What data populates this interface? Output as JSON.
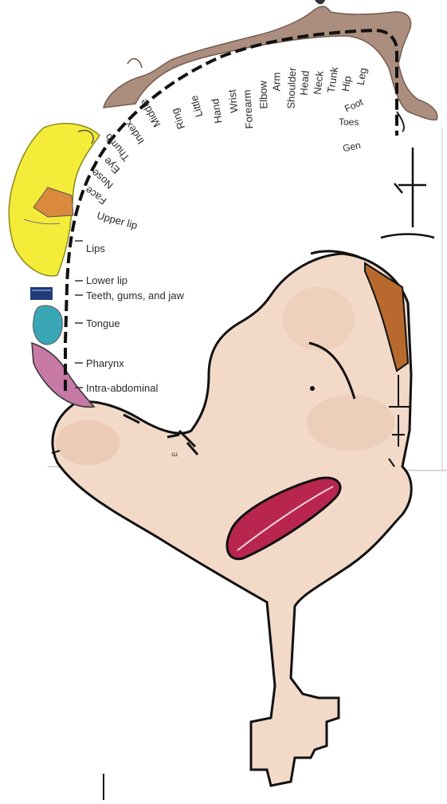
{
  "labels": {
    "toes": "Toes",
    "genitals": "Gen",
    "foot": "Foot",
    "leg": "Leg",
    "hip": "Hip",
    "trunk": "Trunk",
    "neck": "Neck",
    "head": "Head",
    "shoulder": "Shoulder",
    "arm": "Arm",
    "elbow": "Elbow",
    "forearm": "Forearm",
    "wrist": "Wrist",
    "hand": "Hand",
    "little": "Little",
    "ring": "Ring",
    "middle": "Middle",
    "index": "Index",
    "thumb": "Thumb",
    "eye": "Eye",
    "nose": "Nose",
    "face": "Face",
    "upper_lip": "Upper lip",
    "lips": "Lips",
    "lower_lip": "Lower lip",
    "teeth": "Teeth, gums, and jaw",
    "tongue": "Tongue",
    "pharynx": "Pharynx",
    "intra_abdominal": "Intra-abdominal"
  },
  "colors": {
    "tissue": "#f2d9c8",
    "tissue_shadow": "#e8c4ad",
    "ventricle": "#b8264f",
    "face_yellow": "#f5ec3a",
    "lips_orange": "#d98a3c",
    "tongue_teal": "#3aa7b6",
    "jaw_navy": "#1f3b7a",
    "pharynx_pink": "#c77aa6",
    "body_brown": "#a78978",
    "insula_brown": "#b86a2e"
  }
}
